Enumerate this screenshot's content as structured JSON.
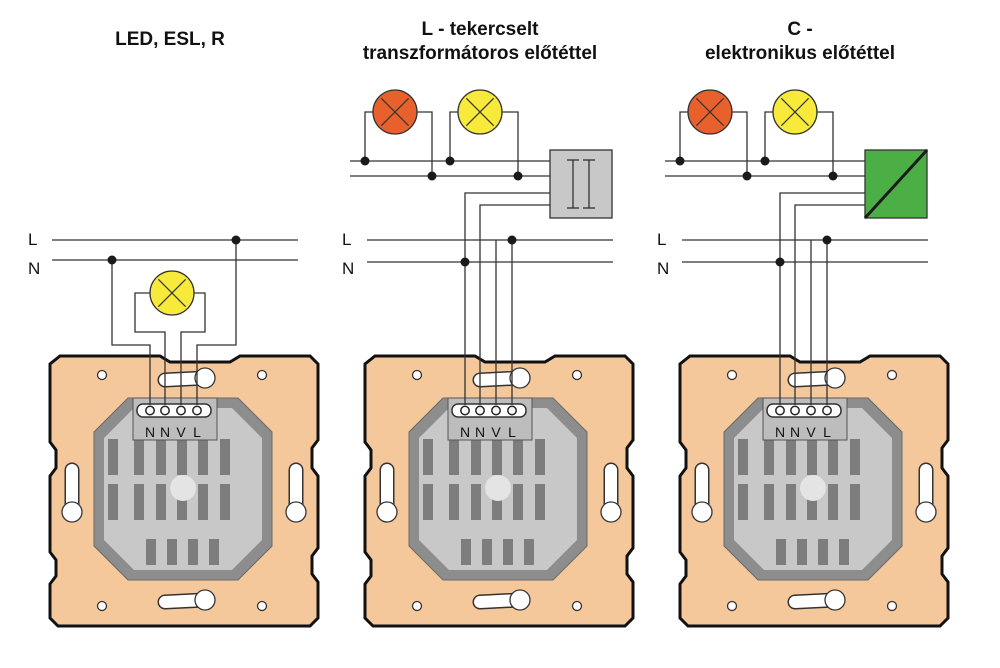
{
  "panels": [
    {
      "title": [
        "LED, ESL, R"
      ],
      "bus_labels": [
        "L",
        "N"
      ],
      "terminals": [
        "N",
        "N",
        "V",
        "L"
      ],
      "lamps": [
        {
          "color": "#f7ea3a"
        }
      ],
      "driver": null
    },
    {
      "title": [
        "L - tekercselt",
        "transzformátoros előtéttel"
      ],
      "bus_labels": [
        "L",
        "N"
      ],
      "terminals": [
        "N",
        "N",
        "V",
        "L"
      ],
      "lamps": [
        {
          "color": "#e8612c"
        },
        {
          "color": "#f7ea3a"
        }
      ],
      "driver": {
        "type": "transformer",
        "color": "#c8c8c8"
      }
    },
    {
      "title": [
        "C -",
        "elektronikus előtéttel"
      ],
      "bus_labels": [
        "L",
        "N"
      ],
      "terminals": [
        "N",
        "N",
        "V",
        "L"
      ],
      "lamps": [
        {
          "color": "#e8612c"
        },
        {
          "color": "#f7ea3a"
        }
      ],
      "driver": {
        "type": "electronic",
        "color": "#4caf46"
      }
    }
  ],
  "colors": {
    "plate": "#f4c89a",
    "module_outer": "#8d8d8d",
    "module_inner": "#c8c8c8",
    "slots": "#7d7d7d"
  }
}
